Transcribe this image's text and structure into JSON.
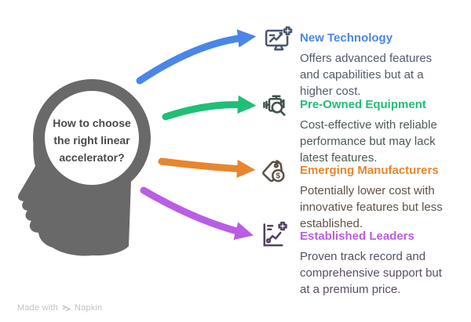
{
  "diagram": {
    "question": "How to choose\nthe right linear\naccelerator?",
    "head_color": "#696969",
    "items": [
      {
        "title": "New Technology",
        "description": "Offers advanced features\nand capabilities but at a\nhigher cost.",
        "accent": "#4a86e8",
        "icon": "monitor-chart-plus-icon"
      },
      {
        "title": "Pre-Owned Equipment",
        "description": "Cost-effective with reliable\nperformance but may lack\nlatest features.",
        "accent": "#1fbf76",
        "icon": "engine-magnifier-icon"
      },
      {
        "title": "Emerging Manufacturers",
        "description": "Potentially lower cost with\ninnovative features but less\nestablished.",
        "accent": "#e8862d",
        "icon": "price-tag-dollar-icon"
      },
      {
        "title": "Established Leaders",
        "description": "Proven track record and\ncomprehensive support but\nat a premium price.",
        "accent": "#b95de5",
        "icon": "chart-growth-plus-icon"
      }
    ]
  },
  "footer": {
    "made_with": "Made with",
    "brand": "Napkin"
  }
}
